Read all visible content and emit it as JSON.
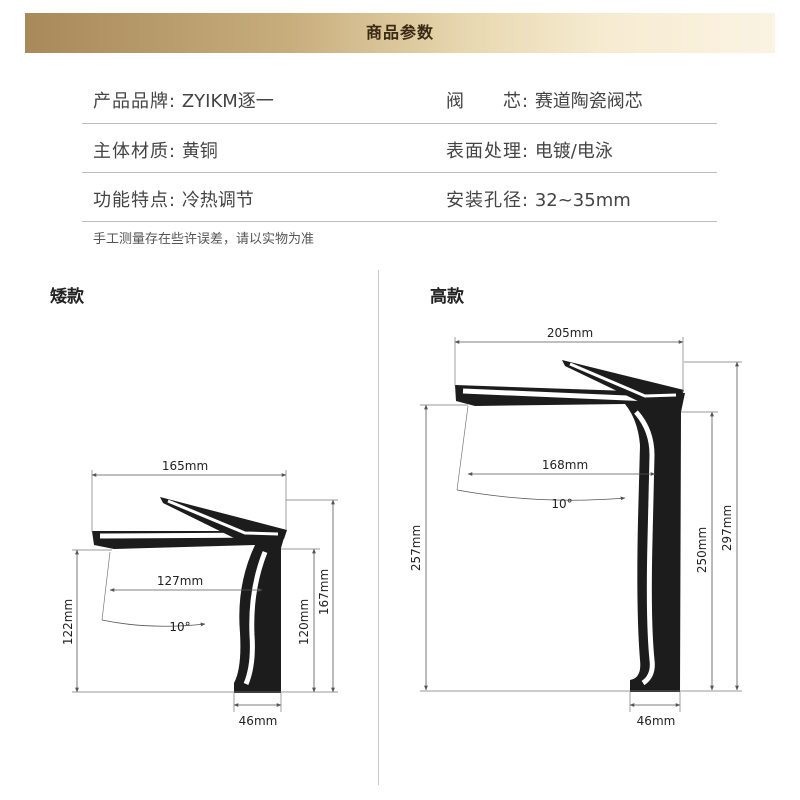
{
  "header": {
    "title": "商品参数"
  },
  "specs": [
    {
      "label": "产品品牌:",
      "value": "ZYIKM逐一"
    },
    {
      "label": "阀　　芯:",
      "value": "赛道陶瓷阀芯"
    },
    {
      "label": "主体材质:",
      "value": "黄铜"
    },
    {
      "label": "表面处理:",
      "value": "电镀/电泳"
    },
    {
      "label": "功能特点:",
      "value": "冷热调节"
    },
    {
      "label": "安装孔径:",
      "value": "32~35mm"
    }
  ],
  "note": "手工测量存在些许误差，请以实物为准",
  "short_model": {
    "title": "矮款",
    "dims": {
      "width": "165mm",
      "reach": "127mm",
      "angle": "10°",
      "left_height": "122mm",
      "spout_height": "120mm",
      "total_height": "167mm",
      "base": "46mm"
    }
  },
  "tall_model": {
    "title": "高款",
    "dims": {
      "width": "205mm",
      "reach": "168mm",
      "angle": "10°",
      "left_height": "257mm",
      "spout_height": "250mm",
      "total_height": "297mm",
      "base": "46mm"
    }
  },
  "colors": {
    "banner_start": "#a8895a",
    "banner_end": "#fbf3e3",
    "faucet_body": "#1c1c1c"
  }
}
